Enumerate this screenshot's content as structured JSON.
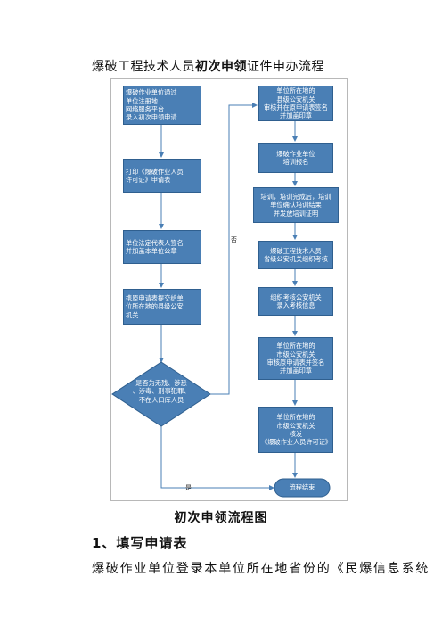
{
  "title": {
    "part1": "爆破工程技术人员",
    "bold": "初次申领",
    "part2": "证件申办流程"
  },
  "flow": {
    "left": [
      "爆破作业单位通过\n单位注册地\n网络服务平台\n录入初次申领申请",
      "打印《爆破作业人员\n许可证》申请表",
      "单位法定代表人签名\n并加盖本单位公章",
      "携原申请表提交给单\n位所在地的县级公安\n机关"
    ],
    "decision": "是否为无残、涉恐\n、涉毒、刑事犯罪、\n不在人口库人员",
    "right": [
      "单位所在地的\n县级公安机关\n审核并在原申请表签名\n并加盖印章",
      "爆破作业单位\n培训报名",
      "培训，培训完成后，培训\n单位确认培训结果\n并发放培训证明",
      "爆破工程技术人员\n省级公安机关组织考核",
      "组织考核公安机关\n录入考核信息",
      "单位所在地的\n市级公安机关\n审核原申请表并签名\n并加盖印章",
      "单位所在地的\n市级公安机关\n核发\n《爆破作业人员许可证》"
    ],
    "end": "流程结束",
    "label_no": "否",
    "label_yes": "是"
  },
  "caption": "初次申领流程图",
  "section": "1、填写申请表",
  "paragraph": "爆破作业单位登录本单位所在地省份的《民爆信息系统"
}
